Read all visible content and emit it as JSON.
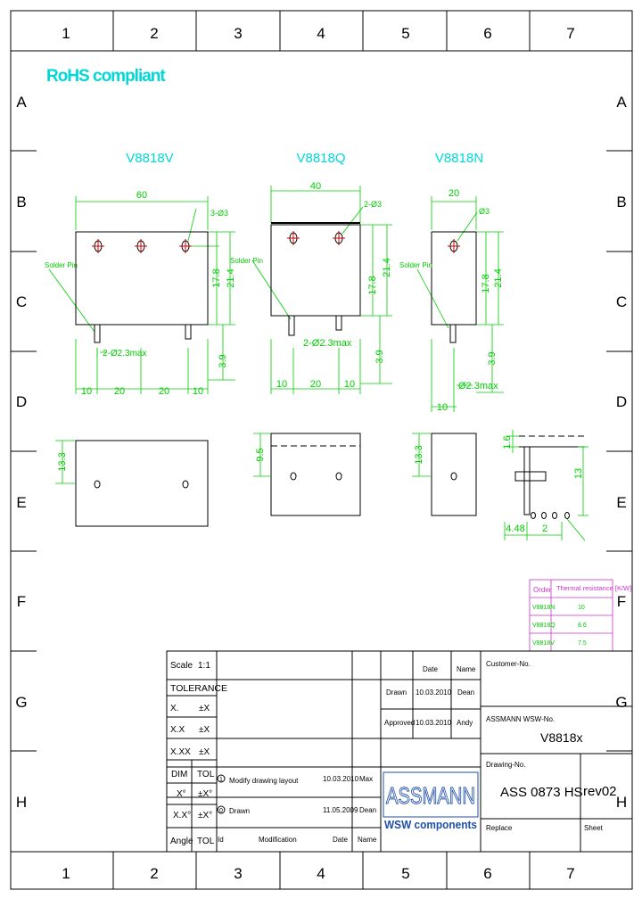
{
  "frame": {
    "columns": [
      "1",
      "2",
      "3",
      "4",
      "5",
      "6",
      "7"
    ],
    "rows": [
      "A",
      "B",
      "C",
      "D",
      "E",
      "F",
      "G",
      "H"
    ]
  },
  "rohs": "RoHS compliant",
  "colors": {
    "rohs": "#00d8d8",
    "dimension": "#00cc00",
    "outline": "#000000",
    "hole_marker": "#cc0000",
    "table": "#cc33cc",
    "logo_blue": "#1f4fa8"
  },
  "views": {
    "v": {
      "title": "V8818V",
      "width": "60",
      "holes": "3-Ø3",
      "pin": "Solder Pin",
      "pin_dia": "2-Ø2.3max",
      "h1": "17.8",
      "h2": "21.4",
      "h3": "3.9",
      "d1": "10",
      "d2": "20",
      "d3": "20",
      "d4": "10",
      "side": "13.3"
    },
    "q": {
      "title": "V8818Q",
      "width": "40",
      "holes": "2-Ø3",
      "pin": "Solder Pin",
      "pin_dia": "2-Ø2.3max",
      "h1": "17.8",
      "h2": "21.4",
      "h3": "3.9",
      "d1": "10",
      "d2": "20",
      "d3": "10",
      "side": "9.5"
    },
    "n": {
      "title": "V8818N",
      "width": "20",
      "holes": "Ø3",
      "pin": "Solder Pin",
      "pin_dia": "Ø2.3max",
      "h1": "17.8",
      "h2": "21.4",
      "h3": "3.9",
      "d1": "10",
      "side": "13.3"
    },
    "side": {
      "s1": "1.6",
      "s2": "13",
      "s3": "4.48",
      "s4": "2"
    }
  },
  "thermal_table": {
    "headers": [
      "Order",
      "Thermal resistance [K/W]"
    ],
    "rows": [
      [
        "V8818N",
        "10"
      ],
      [
        "V8818Q",
        "8.6"
      ],
      [
        "V8818V",
        "7.5"
      ]
    ]
  },
  "title_block": {
    "scale_label": "Scale",
    "scale_value": "1:1",
    "tolerance": "TOLERANCE",
    "tol_rows": [
      [
        "X.",
        "±X"
      ],
      [
        "X.X",
        "±X"
      ],
      [
        "X.XX",
        "±X"
      ]
    ],
    "dim": "DIM",
    "tol": "TOL",
    "ang_rows": [
      [
        "X°",
        "±X°"
      ],
      [
        "X.X°",
        "±X°"
      ]
    ],
    "angle": "Angle",
    "date_h": "Date",
    "name_h": "Name",
    "drawn_l": "Drawn",
    "drawn_date": "10.03.2010",
    "drawn_name": "Dean",
    "approved_l": "Approved",
    "approved_date": "10.03.2010",
    "approved_name": "Andy",
    "rev1_id": "1",
    "rev1_mod": "Modify drawing layout",
    "rev1_date": "10.03.2010",
    "rev1_name": "Max",
    "rev0_id": "0",
    "rev0_mod": "Drawn",
    "rev0_date": "11.05.2009",
    "rev0_name": "Dean",
    "id_h": "Id",
    "mod_h": "Modification",
    "rdate_h": "Date",
    "rname_h": "Name",
    "customer_no": "Customer-No.",
    "assmann_no": "ASSMANN WSW-No.",
    "part": "V8818x",
    "drawing_no_l": "Drawing-No.",
    "drawing_no": "ASS 0873 HS",
    "rev": "rev02",
    "replace": "Replace",
    "sheet": "Sheet",
    "logo_main": "ASSMANN",
    "logo_sub": "WSW components"
  }
}
